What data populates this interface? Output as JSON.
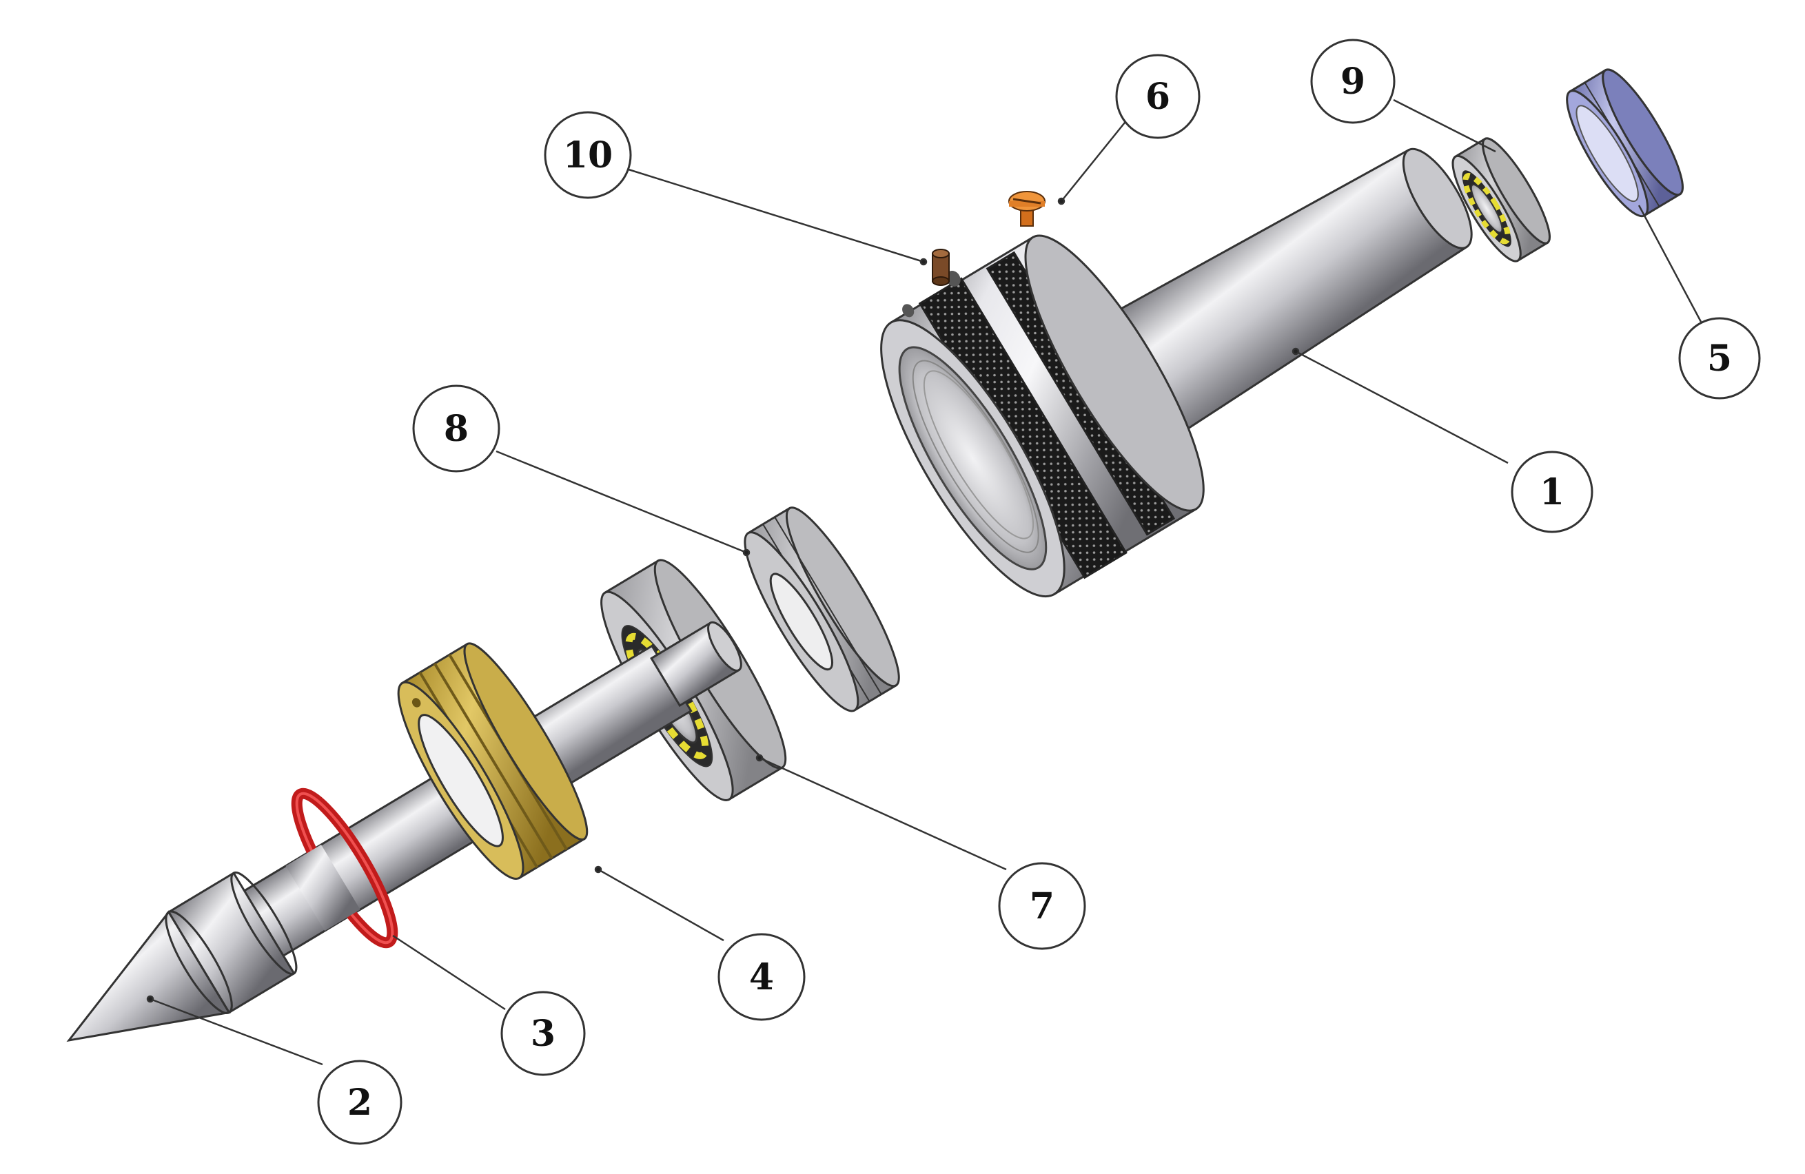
{
  "balloons": [
    {
      "id": "1",
      "label": "1"
    },
    {
      "id": "2",
      "label": "2"
    },
    {
      "id": "3",
      "label": "3"
    },
    {
      "id": "4",
      "label": "4"
    },
    {
      "id": "5",
      "label": "5"
    },
    {
      "id": "6",
      "label": "6"
    },
    {
      "id": "7",
      "label": "7"
    },
    {
      "id": "8",
      "label": "8"
    },
    {
      "id": "9",
      "label": "9"
    },
    {
      "id": "10",
      "label": "10"
    }
  ],
  "colors": {
    "steel": "#b9b9bd",
    "dark_steel": "#6c6c70",
    "knurl": "#1c1c1c",
    "bearing_outer": "#a9a9ac",
    "bearing_balls": "#e6dc33",
    "bronze": "#c6a73c",
    "oring": "#d11f1f",
    "cap": "#8f93c9",
    "screw": "#e8862c",
    "set_screw": "#7a4a28"
  },
  "parts": [
    {
      "id": "1",
      "kind": "body-with-taper-shank"
    },
    {
      "id": "2",
      "kind": "center-point-spindle"
    },
    {
      "id": "3",
      "kind": "o-ring"
    },
    {
      "id": "4",
      "kind": "threaded-nut"
    },
    {
      "id": "5",
      "kind": "end-cap"
    },
    {
      "id": "6",
      "kind": "lube-screw"
    },
    {
      "id": "7",
      "kind": "ball-bearing"
    },
    {
      "id": "8",
      "kind": "seal-ring"
    },
    {
      "id": "9",
      "kind": "small-ball-bearing"
    },
    {
      "id": "10",
      "kind": "set-screw"
    }
  ]
}
